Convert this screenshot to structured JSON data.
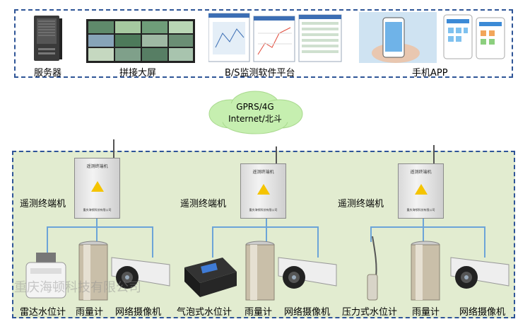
{
  "top_row": {
    "server_label": "服务器",
    "screen_label": "拼接大屏",
    "platform_label": "B/S监测软件平台",
    "app_label": "手机APP"
  },
  "network": {
    "line1": "GPRS/4G",
    "line2": "Internet/北斗"
  },
  "terminal": {
    "label": "遥测终端机",
    "cabinet_title": "遥测终端机",
    "cabinet_footer": "重庆海顿科技有限公司"
  },
  "stations": [
    {
      "terminal_label": "遥测终端机",
      "sensors": [
        "雷达水位计",
        "雨量计",
        "网络摄像机"
      ]
    },
    {
      "terminal_label": "遥测终端机",
      "sensors": [
        "气泡式水位计",
        "雨量计",
        "网络摄像机"
      ]
    },
    {
      "terminal_label": "遥测终端机",
      "sensors": [
        "压力式水位计",
        "雨量计",
        "网络摄像机"
      ]
    }
  ],
  "watermark": "重庆海顿科技有限公司",
  "colors": {
    "border": "#2f5597",
    "field_bg": "#e2ecd0",
    "cloud": "#c6efb0",
    "line": "#6ca4d8",
    "warning": "#f5c400"
  }
}
